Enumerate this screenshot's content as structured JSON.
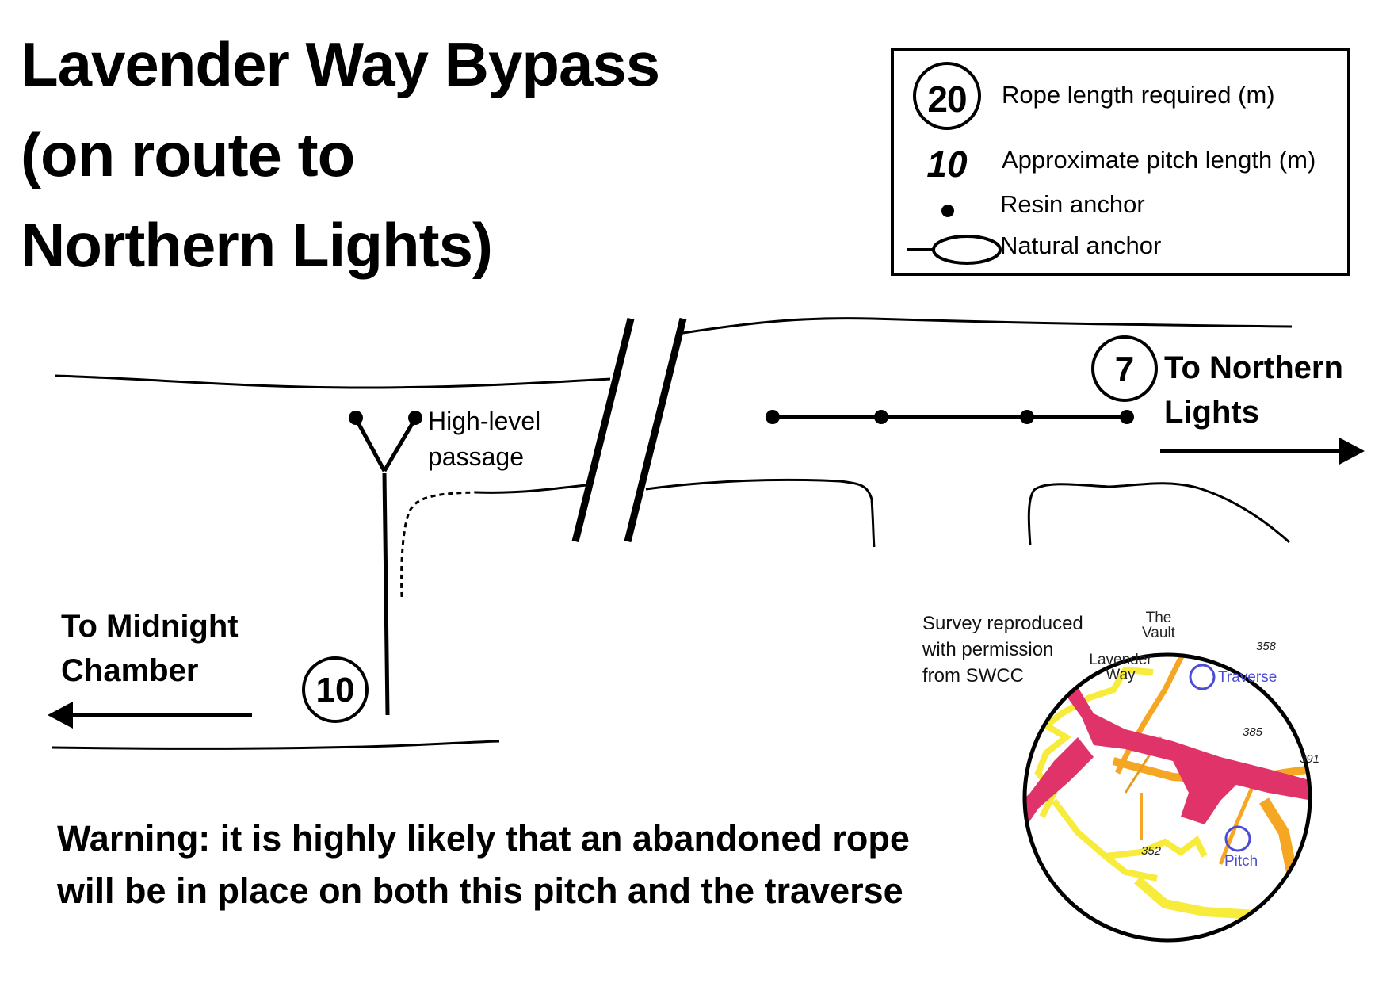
{
  "title": {
    "line1": "Lavender Way Bypass",
    "line2": "(on route to",
    "line3": "Northern Lights)"
  },
  "legend": {
    "rope_number": "20",
    "rope_label": "Rope length required (m)",
    "pitch_number": "10",
    "pitch_label": "Approximate pitch length (m)",
    "resin_label": "Resin anchor",
    "natural_label": "Natural anchor"
  },
  "diagram": {
    "high_level_line1": "High-level",
    "high_level_line2": "passage",
    "rope_left": "10",
    "rope_right": "7",
    "to_northern_line1": "To Northern",
    "to_northern_line2": "Lights",
    "to_midnight_line1": "To Midnight",
    "to_midnight_line2": "Chamber"
  },
  "survey": {
    "credit_line1": "Survey reproduced",
    "credit_line2": "with permission",
    "credit_line3": "from SWCC",
    "the_vault_line1": "The",
    "the_vault_line2": "Vault",
    "lavender_line1": "Lavender",
    "lavender_line2": "Way",
    "traverse": "Traverse",
    "pitch": "Pitch",
    "elev_358": "358",
    "elev_385": "385",
    "elev_391": "391",
    "elev_352": "352",
    "colors": {
      "main_passage": "#e0336a",
      "side_passage": "#f5a623",
      "upper_passage": "#f7ec3b",
      "marker": "#4b4bd6"
    }
  },
  "warning": {
    "line1": "Warning: it is highly likely that an abandoned rope",
    "line2": "will be in place on both this pitch and the traverse"
  }
}
